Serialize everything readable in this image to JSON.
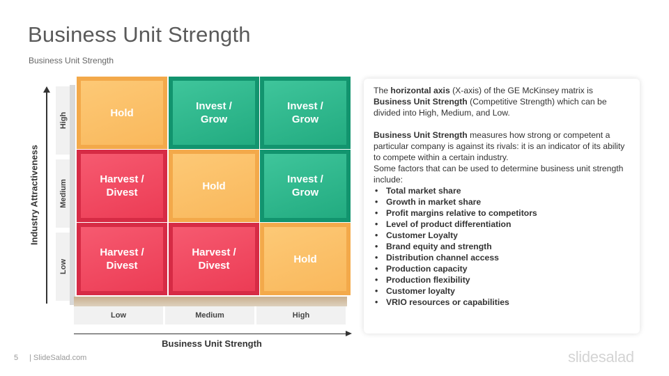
{
  "header": {
    "title": "Business Unit Strength",
    "subtitle": "Business Unit Strength"
  },
  "matrix": {
    "y_axis_title": "Industry Attractiveness",
    "x_axis_title": "Business Unit Strength",
    "row_labels": [
      "High",
      "Medium",
      "Low"
    ],
    "col_labels": [
      "Low",
      "Medium",
      "High"
    ],
    "cells": [
      [
        "Hold",
        "Invest /\nGrow",
        "Invest /\nGrow"
      ],
      [
        "Harvest /\nDivest",
        "Hold",
        "Invest /\nGrow"
      ],
      [
        "Harvest /\nDivest",
        "Harvest /\nDivest",
        "Hold"
      ]
    ],
    "colors": {
      "hold": "#f9b85c",
      "invest": "#22ab80",
      "harvest": "#ec3c55"
    }
  },
  "panel": {
    "p1_pre": "The ",
    "p1_b1": "horizontal axis",
    "p1_mid1": " (X-axis) of the GE McKinsey matrix is ",
    "p1_b2": "Business Unit Strength",
    "p1_post": " (Competitive Strength) which can be divided into High, Medium, and Low.",
    "p2_b": "Business Unit Strength",
    "p2_post": " measures how strong or competent a particular company is against its rivals: it is an indicator of its ability to compete within a certain industry.",
    "p3": "Some factors that can be used to determine business unit strength include:",
    "factors": [
      "Total market share",
      "Growth in market share",
      "Profit margins relative to competitors",
      "Level of product differentiation",
      "Customer Loyalty",
      "Brand equity and strength",
      "Distribution channel access",
      "Production capacity",
      "Production flexibility",
      "Customer loyalty",
      "VRIO resources or capabilities"
    ]
  },
  "footer": {
    "page_number": "5",
    "site": "| SlideSalad.com",
    "brand": "slidesalad"
  }
}
